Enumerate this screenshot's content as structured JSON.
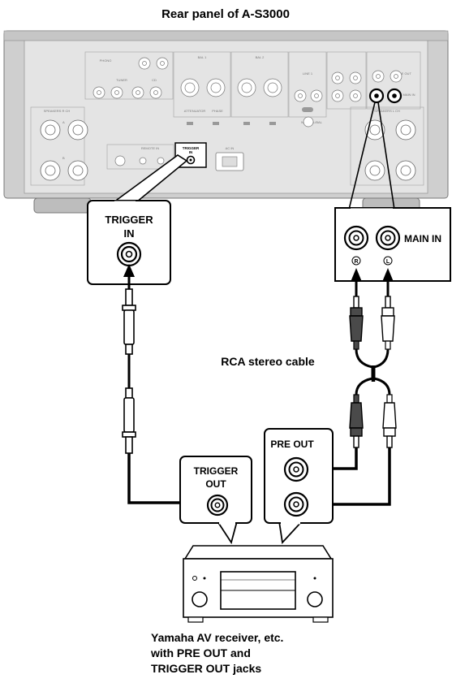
{
  "title": "Rear panel of A-S3000",
  "panel": {
    "trigger_in_small": "TRIGGER\nIN",
    "ac_in": "AC IN",
    "main_in_small": "MAIN IN",
    "pre_out_small": "PRE OUT",
    "speakers_r": "SPEAKERS R CH",
    "speakers_l": "SPEAKERS L CH",
    "bal1": "BAL 1",
    "bal2": "BAL 2",
    "line1": "LINE 1",
    "tuner": "TUNER",
    "cd": "CD",
    "phono": "PHONO",
    "remote": "REMOTE IN",
    "attenuator": "ATTENUATOR",
    "phase": "PHASE",
    "normal_bal": "NORMAL/BAL",
    "r": "R",
    "l": "L",
    "a": "A",
    "b": "B"
  },
  "callout_trigger_in": {
    "line1": "TRIGGER",
    "line2": "IN"
  },
  "callout_main_in": {
    "label": "MAIN IN",
    "r": "R",
    "l": "L"
  },
  "cable_label": "RCA stereo cable",
  "callout_trigger_out": {
    "line1": "TRIGGER",
    "line2": "OUT"
  },
  "callout_pre_out": {
    "label": "PRE OUT"
  },
  "receiver_caption": {
    "line1": "Yamaha AV receiver, etc.",
    "line2": "with PRE OUT and",
    "line3": "TRIGGER OUT jacks"
  },
  "colors": {
    "line": "#000000",
    "panel": "#d9d9d9",
    "panel_dark": "#bfbfbf",
    "plug_dark": "#4a4a4a",
    "plug_light": "#ffffff"
  }
}
